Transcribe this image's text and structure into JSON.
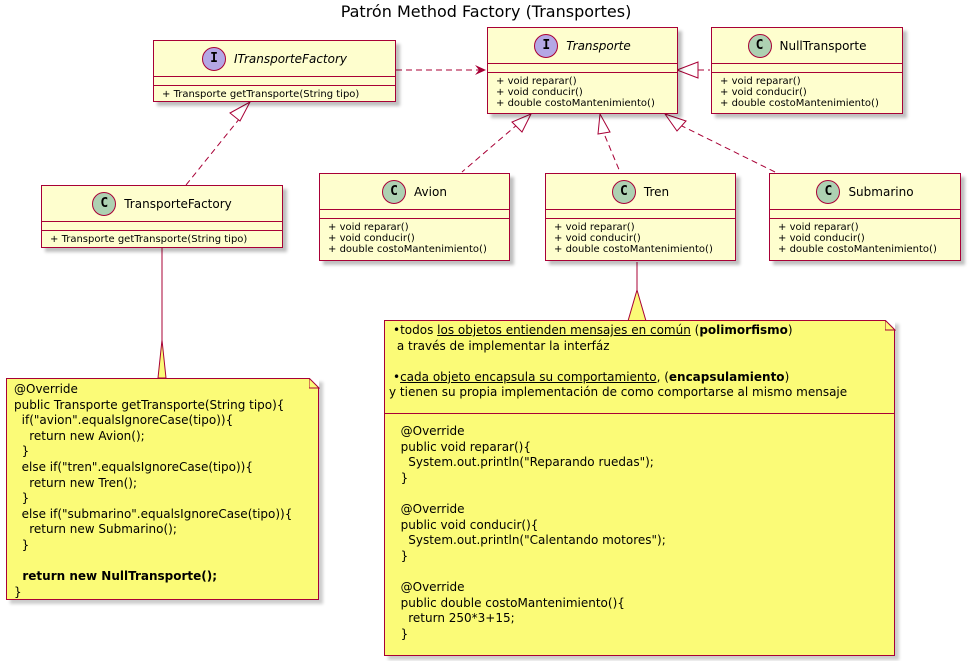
{
  "title": "Patrón Method Factory (Transportes)",
  "colors": {
    "class_bg": "#FEFECE",
    "border": "#A80036",
    "note_bg": "#FBFB77",
    "class_badge": "#ADD1B2",
    "interface_badge": "#B4A7E5"
  },
  "classes": {
    "itransportefactory": {
      "kind": "I",
      "name": "ITransporteFactory",
      "methods": [
        "Transporte getTransporte(String tipo)"
      ]
    },
    "transporte": {
      "kind": "I",
      "name": "Transporte",
      "methods": [
        "void reparar()",
        "void conducir()",
        "double costoMantenimiento()"
      ]
    },
    "nulltransporte": {
      "kind": "C",
      "name": "NullTransporte",
      "methods": [
        "void reparar()",
        "void conducir()",
        "double costoMantenimiento()"
      ]
    },
    "transportefactory": {
      "kind": "C",
      "name": "TransporteFactory",
      "methods": [
        "Transporte getTransporte(String tipo)"
      ]
    },
    "avion": {
      "kind": "C",
      "name": "Avion",
      "methods": [
        "void reparar()",
        "void conducir()",
        "double costoMantenimiento()"
      ]
    },
    "tren": {
      "kind": "C",
      "name": "Tren",
      "methods": [
        "void reparar()",
        "void conducir()",
        "double costoMantenimiento()"
      ]
    },
    "submarino": {
      "kind": "C",
      "name": "Submarino",
      "methods": [
        "void reparar()",
        "void conducir()",
        "double costoMantenimiento()"
      ]
    }
  },
  "method_prefix": "+",
  "note_factory": {
    "lines": [
      "@Override",
      "public Transporte getTransporte(String tipo){",
      "  if(\"avion\".equalsIgnoreCase(tipo)){",
      "    return new Avion();",
      "  }",
      "  else if(\"tren\".equalsIgnoreCase(tipo)){",
      "    return new Tren();",
      "  }",
      "  else if(\"submarino\".equalsIgnoreCase(tipo)){",
      "    return new Submarino();",
      "  }",
      ""
    ],
    "bold_line": "  return new NullTransporte();",
    "end_line": "}"
  },
  "note_tren": {
    "bullet": "•",
    "p1_pre": "todos ",
    "p1_u": "los objetos entienden mensajes en común",
    "p1_mid": " (",
    "p1_b": "polimorfismo",
    "p1_post": ")",
    "p1_line2": " a través de implementar la interfáz",
    "p2_u": "cada objeto encapsula su comportamiento",
    "p2_mid": ", (",
    "p2_b": "encapsulamiento",
    "p2_post": ")",
    "p2_line2": "y tienen su propia implementación de como comportarse al mismo mensaje",
    "code": "  @Override\n  public void reparar(){\n    System.out.println(\"Reparando ruedas\");\n  }\n\n  @Override\n  public void conducir(){\n    System.out.println(\"Calentando motores\");\n  }\n\n  @Override\n  public double costoMantenimiento(){\n    return 250*3+15;\n  }"
  }
}
